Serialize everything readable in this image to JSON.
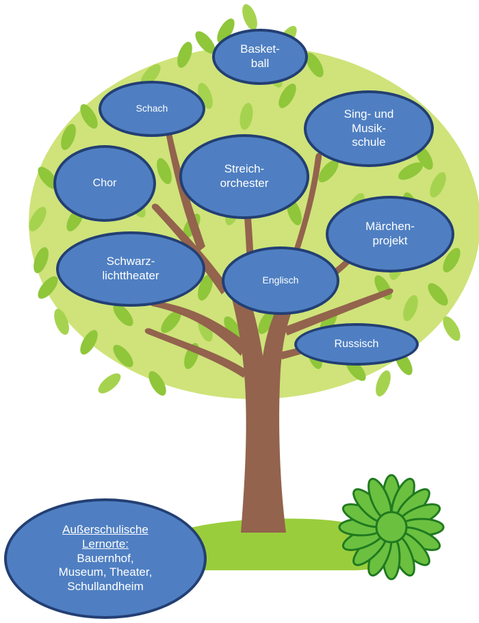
{
  "colors": {
    "crown": "#cfe37a",
    "leaf": "#8fc63a",
    "leaf_light": "#a6d34f",
    "trunk": "#93634d",
    "ground": "#9acd3c",
    "bubble_fill": "#4f7fc2",
    "bubble_border": "#233f73",
    "bubble_text": "#ffffff",
    "flower_fill": "#6cc040",
    "flower_stroke": "#1f7a1f"
  },
  "bubbles": {
    "basketball": {
      "line1": "Basket-",
      "line2": "ball"
    },
    "schach": {
      "line1": "Schach"
    },
    "sing_musik": {
      "line1": "Sing- und",
      "line2": "Musik-",
      "line3": "schule"
    },
    "chor": {
      "line1": "Chor"
    },
    "streichorchester": {
      "line1": "Streich-",
      "line2": "orchester"
    },
    "maerchenprojekt": {
      "line1": "Märchen-",
      "line2": "projekt"
    },
    "schwarzlichttheater": {
      "line1": "Schwarz-",
      "line2": "lichttheater"
    },
    "englisch": {
      "line1": "Englisch"
    },
    "russisch": {
      "line1": "Russisch"
    },
    "lernorte": {
      "heading1": "Außerschulische",
      "heading2": "Lernorte:",
      "line1": "Bauernhof,",
      "line2": "Museum, Theater,",
      "line3": "Schullandheim"
    }
  },
  "icons": {
    "flower": "flower-icon",
    "tree": "tree-icon"
  }
}
